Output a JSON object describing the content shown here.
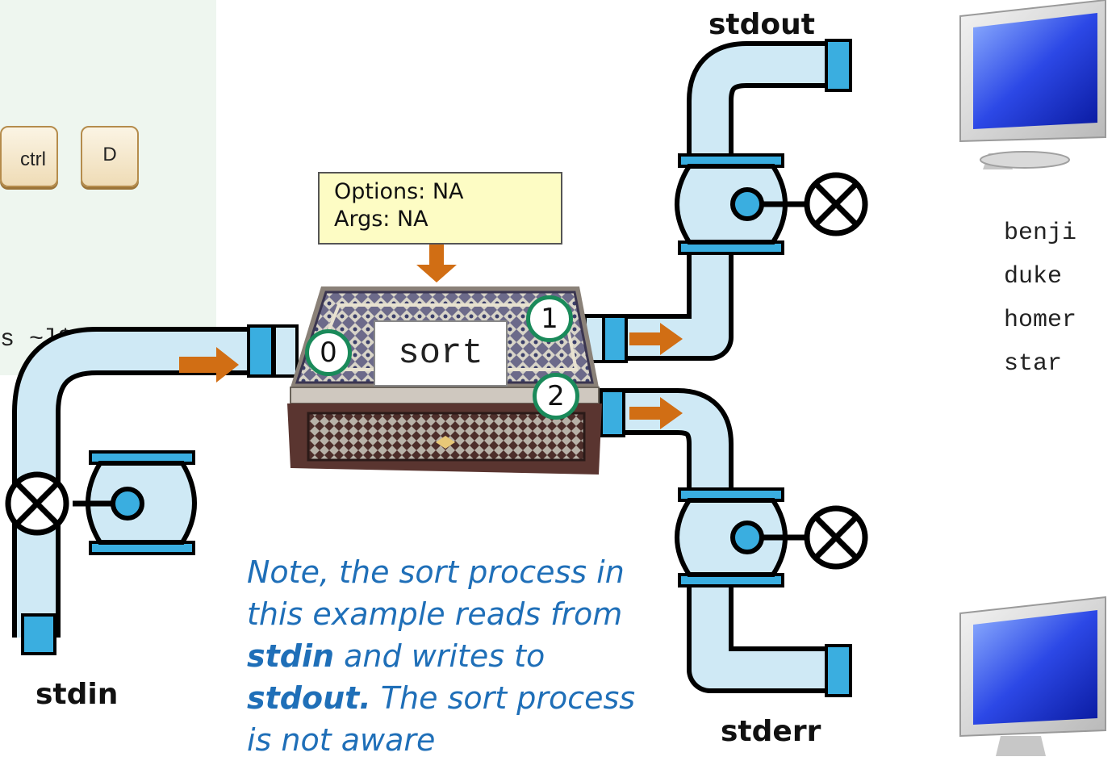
{
  "terminal": {
    "prompt_fragment": "s ~]$",
    "keys": [
      "ctrl",
      "D"
    ]
  },
  "streams": {
    "stdin_label": "stdin",
    "stdout_label": "stdout",
    "stderr_label": "stderr"
  },
  "process": {
    "name": "sort",
    "options_line": "Options: NA",
    "args_line": "Args: NA",
    "fd_in": "0",
    "fd_out": "1",
    "fd_err": "2"
  },
  "output_lines": [
    "benji",
    "duke",
    "homer",
    "star"
  ],
  "note": {
    "part1": "Note, the sort process in this example reads from ",
    "bold1": "stdin",
    "part2": " and writes to ",
    "bold2": "stdout.",
    "part3": "  The sort process is not aware"
  },
  "colors": {
    "pipe_fill": "#cfe9f5",
    "pipe_stroke": "#000000",
    "flange": "#3aaee0",
    "arrow": "#d16e14",
    "fd_ring": "#1a8a5a",
    "note_text": "#1f6fb8",
    "terminal_bg": "#eef6ef"
  }
}
